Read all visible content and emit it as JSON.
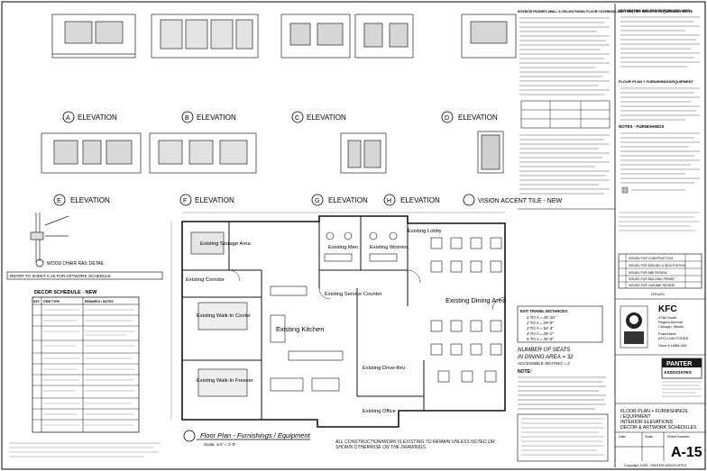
{
  "elevations": {
    "label_word": "ELEVATION",
    "row1_markers": [
      "A",
      "B",
      "C",
      "D"
    ],
    "row2_markers": [
      "E",
      "F",
      "G",
      "H"
    ],
    "vision_tile_label": "VISION ACCENT TILE - NEW"
  },
  "notes_panel": {
    "heading": "INTERIOR FINISHES (WALL & CEILING FINISH, FLOOR COVERINGS AND TRIM) FIRE RESISTIVE REQUIREMENT NOTES",
    "bullets": 16
  },
  "seating_notes": {
    "heading": "NEW SEATING AND DECOR WORK INCLUDES:",
    "items": 10
  },
  "furnishings_notes": {
    "heading": "FLOOR PLAN + FURNISHINGS/EQUIPMENT",
    "notes_heading": "NOTES - FURNISHINGS"
  },
  "wood_rail": "WOOD CHAIR RAIL DETAIL",
  "refer_note": "REFER TO SHEET A-16 FOR ARTWORK SCHEDULE",
  "decor_schedule": {
    "title": "DECOR SCHEDULE - NEW",
    "columns": [
      "KEY",
      "ITEM TYPE",
      "REMARKS / NOTES"
    ],
    "rows": 11
  },
  "rooms": [
    "Existing Storage Area",
    "Existing Corridor",
    "Existing Walk-In Cooler",
    "Existing Walk-In Freezer",
    "Existing Kitchen",
    "Existing Men",
    "Existing Women",
    "Existing Lobby",
    "Existing Dining Area",
    "Existing Service Counter",
    "Existing Drive-thru",
    "Existing Office"
  ],
  "plan_title": "Floor Plan - Furnishings / Equipment",
  "plan_scale": "Scale: 1/4\" = 1'-0\"",
  "construction_note": "ALL CONSTRUCTION/WORK IS EXISTING TO REMAIN UNLESS NOTED OR SHOWN OTHERWISE ON THE DRAWINGS.",
  "exit_travel": {
    "heading": "EXIT TRAVEL DISTANCES:",
    "rows": [
      "1 TO A = 26'-10\"",
      "2 TO A = 29'-9\"",
      "3 TO A = 54'-4\"",
      "4 TO A = 28'-1\"",
      "5 TO A = 35'-0\""
    ]
  },
  "seats": {
    "line1": "NUMBER OF SEATS",
    "line2": "IN DINING AREA = 32",
    "line3": "ACCESSIBLE SEATING = 2",
    "note_label": "NOTE:"
  },
  "title_block": {
    "brand": "KFC",
    "address_lines": [
      "4766 South",
      "Rogers Avenue",
      "Chicago, Illinois"
    ],
    "franchisee_lines": [
      "Franchisee",
      "KFC/YUM FOODS"
    ],
    "store_no": "Store # LB85-005",
    "firm_name_1": "PANTER",
    "firm_name_2": "ASSOCIATES",
    "sheet_title_lines": [
      "FLOOR PLAN + FURNISHINGS",
      "/ EQUIPMENT",
      "INTERIOR ELEVATIONS",
      "DECOR & ARTWORK SCHEDULES"
    ],
    "date_label": "Date",
    "scale_label": "Scale",
    "sheet_label": "Sheet Number:",
    "sheet_number": "A-15",
    "copyright": "Copyright 2008 - PANTER ASSOCIATES"
  },
  "revisions": {
    "heading": "ISSUED",
    "rows": [
      "ISSUED FOR CONSTRUCTION",
      "ISSUED FOR BIDDING & NEGOTIATION",
      "ISSUED FOR ABE REVIEW",
      "ISSUED FOR BUILDING PERMIT",
      "ISSUED FOR YUM ABE REVIEW"
    ]
  }
}
